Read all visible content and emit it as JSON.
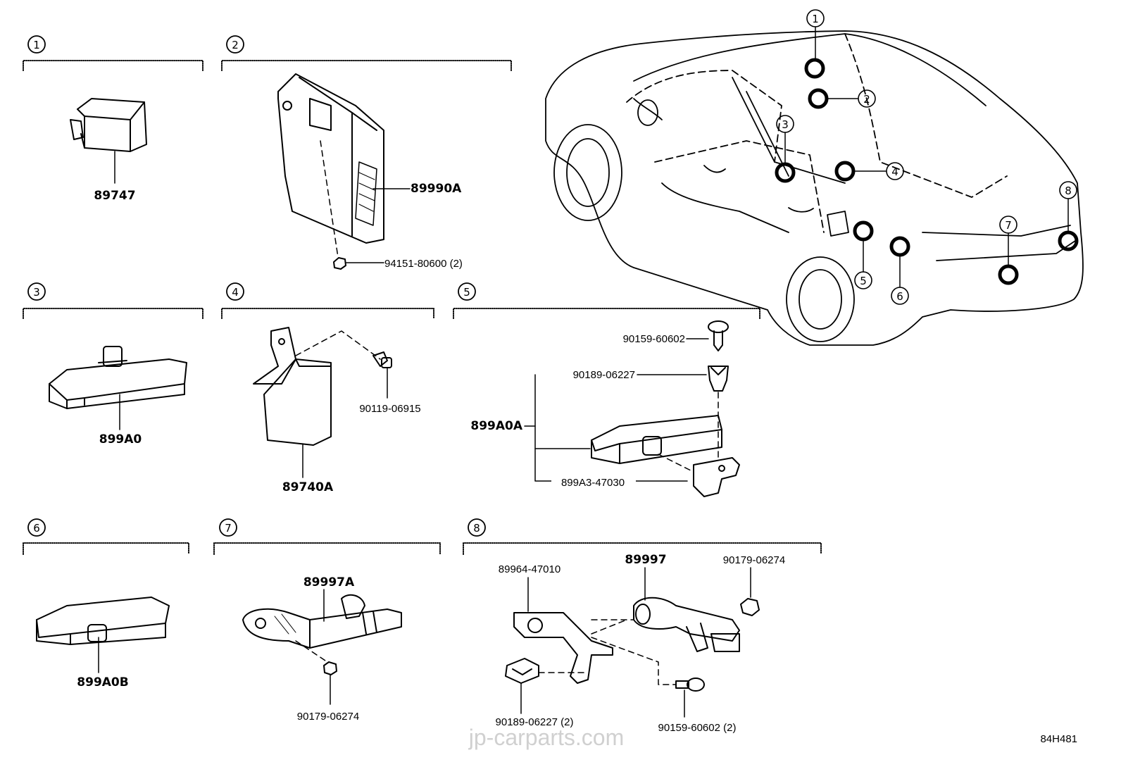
{
  "callouts": [
    "1",
    "2",
    "3",
    "4",
    "5",
    "6",
    "7",
    "8"
  ],
  "groups": [
    {
      "num": "1",
      "parts": [
        "89747"
      ]
    },
    {
      "num": "2",
      "parts": [
        "89990A",
        "94151-80600 (2)"
      ]
    },
    {
      "num": "3",
      "parts": [
        "899A0"
      ]
    },
    {
      "num": "4",
      "parts": [
        "89740A",
        "90119-06915"
      ]
    },
    {
      "num": "5",
      "parts": [
        "90159-60602",
        "90189-06227",
        "899A0A",
        "899A3-47030"
      ]
    },
    {
      "num": "6",
      "parts": [
        "899A0B"
      ]
    },
    {
      "num": "7",
      "parts": [
        "89997A",
        "90179-06274"
      ]
    },
    {
      "num": "8",
      "parts": [
        "89964-47010",
        "89997",
        "90179-06274",
        "90189-06227 (2)",
        "90159-60602 (2)"
      ]
    }
  ],
  "watermark": "jp-carparts.com",
  "diagram_code": "84H481"
}
